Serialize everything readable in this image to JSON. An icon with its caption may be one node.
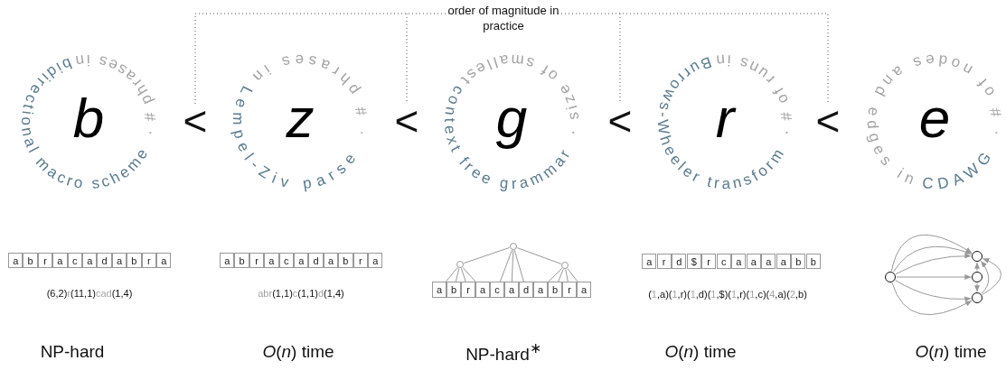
{
  "diagram": {
    "nodes": [
      {
        "text": [
          "b",
          "· # phrases in",
          "bidirectional macro scheme"
        ]
      },
      {
        "text": [
          "z",
          "· # phrases in",
          "Lempel-Ziv parse"
        ]
      },
      {
        "text": [
          "g",
          "· size of smallest",
          "context free grammar"
        ]
      },
      {
        "text": [
          "r",
          "· # of runs in",
          "Burrows-Wheeler transform"
        ]
      },
      {
        "text": [
          "e",
          "· # of nodes and edges in",
          "CDAWG"
        ]
      },
      {
        "text": [],
        "shape": "circle"
      },
      {
        "text": [],
        "shape": "circle"
      },
      {
        "text": [],
        "shape": "circle"
      },
      {
        "text": [
          "a"
        ]
      },
      {
        "text": [
          "b"
        ]
      },
      {
        "text": [
          "r"
        ]
      },
      {
        "text": [
          "a"
        ]
      },
      {
        "text": [
          "c"
        ]
      },
      {
        "text": [
          "a"
        ]
      },
      {
        "text": [
          "d"
        ]
      },
      {
        "text": [
          "a"
        ]
      },
      {
        "text": [
          "b"
        ]
      },
      {
        "text": [
          "r"
        ]
      },
      {
        "text": [
          "a"
        ]
      },
      {
        "text": [],
        "shape": "circle"
      },
      {
        "text": [],
        "shape": "circle"
      },
      {
        "text": [],
        "shape": "circle"
      },
      {
        "text": [],
        "shape": "circle"
      }
    ],
    "edges": [
      {
        "from": 5,
        "to": 6,
        "arrow": "none"
      },
      {
        "from": 5,
        "to": 12,
        "arrow": "none"
      },
      {
        "from": 5,
        "to": 13,
        "arrow": "none"
      },
      {
        "from": 5,
        "to": 14,
        "arrow": "none"
      },
      {
        "from": 5,
        "to": 7,
        "arrow": "none"
      },
      {
        "from": 6,
        "to": 8,
        "arrow": "none"
      },
      {
        "from": 6,
        "to": 9,
        "arrow": "none"
      },
      {
        "from": 6,
        "to": 10,
        "arrow": "none"
      },
      {
        "from": 6,
        "to": 11,
        "arrow": "none"
      },
      {
        "from": 7,
        "to": 15,
        "arrow": "none"
      },
      {
        "from": 7,
        "to": 16,
        "arrow": "none"
      },
      {
        "from": 7,
        "to": 17,
        "arrow": "none"
      },
      {
        "from": 7,
        "to": 18,
        "arrow": "none"
      },
      {
        "from": 19,
        "to": 20,
        "arrow": "to"
      },
      {
        "from": 19,
        "to": 20,
        "arrow": "to"
      },
      {
        "from": 19,
        "to": 20,
        "arrow": "to"
      },
      {
        "from": 19,
        "to": 21,
        "arrow": "to"
      },
      {
        "from": 19,
        "to": 22,
        "arrow": "to"
      },
      {
        "from": 19,
        "to": 22,
        "arrow": "to"
      },
      {
        "from": 21,
        "to": 20,
        "arrow": "to"
      },
      {
        "from": 21,
        "to": 22,
        "arrow": "to"
      },
      {
        "from": 22,
        "to": 20,
        "arrow": "to"
      },
      {
        "from": 22,
        "to": 20,
        "arrow": "to"
      }
    ],
    "labels": [
      "order of magnitude in practice",
      "<",
      "<",
      "<",
      "<",
      "a",
      "b",
      "r",
      "a",
      "c",
      "a",
      "d",
      "a",
      "b",
      "r",
      "a",
      "a",
      "b",
      "r",
      "a",
      "c",
      "a",
      "d",
      "a",
      "b",
      "r",
      "a",
      "a",
      "r",
      "d",
      "$",
      "r",
      "c",
      "a",
      "a",
      "a",
      "a",
      "b",
      "b",
      "(6,2)r(11,1)cad(1,4)",
      "abr(1,1)c(1,1)d(1,4)",
      "(1,a)(1,r)(1,d)(1,$)(1,r)(1,c)(4,a)(2,b)",
      "NP-hard",
      "*O*(*n*) time",
      "NP-hard$^{∗}$",
      "*O*(*n*) time",
      "*O*(*n*) time"
    ]
  }
}
